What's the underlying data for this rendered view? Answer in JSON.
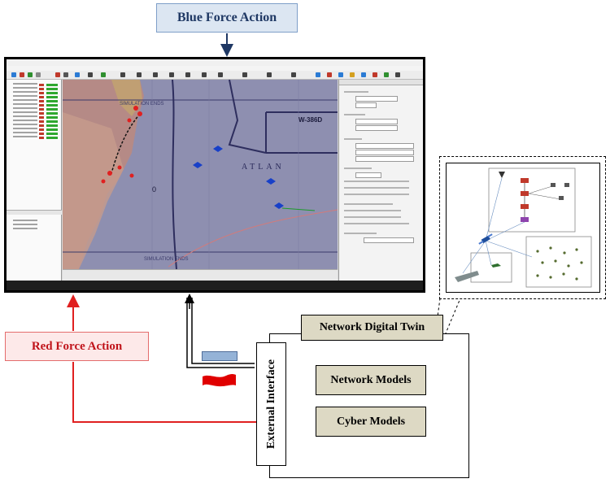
{
  "labels": {
    "blue_force": "Blue Force Action",
    "red_force": "Red Force Action",
    "network_digital_twin": "Network Digital Twin",
    "network_models": "Network Models",
    "cyber_models": "Cyber Models",
    "external_interface": "External Interface"
  },
  "screenshot": {
    "map_labels": {
      "top_banner": "SIMULATION ENDS",
      "bottom_banner": "SIMULATION ENDS",
      "area": "W-386D",
      "ocean": "ATLAN",
      "grid_zero": "0"
    }
  },
  "colors": {
    "blue_box_fill": "#dce6f2",
    "blue_text": "#1f3864",
    "red_box_fill": "#fde9e9",
    "red_text": "#c0141b",
    "model_box_fill": "#ddd9c4",
    "blue_arrow": "#1f3864",
    "red_arrow": "#e02020"
  }
}
